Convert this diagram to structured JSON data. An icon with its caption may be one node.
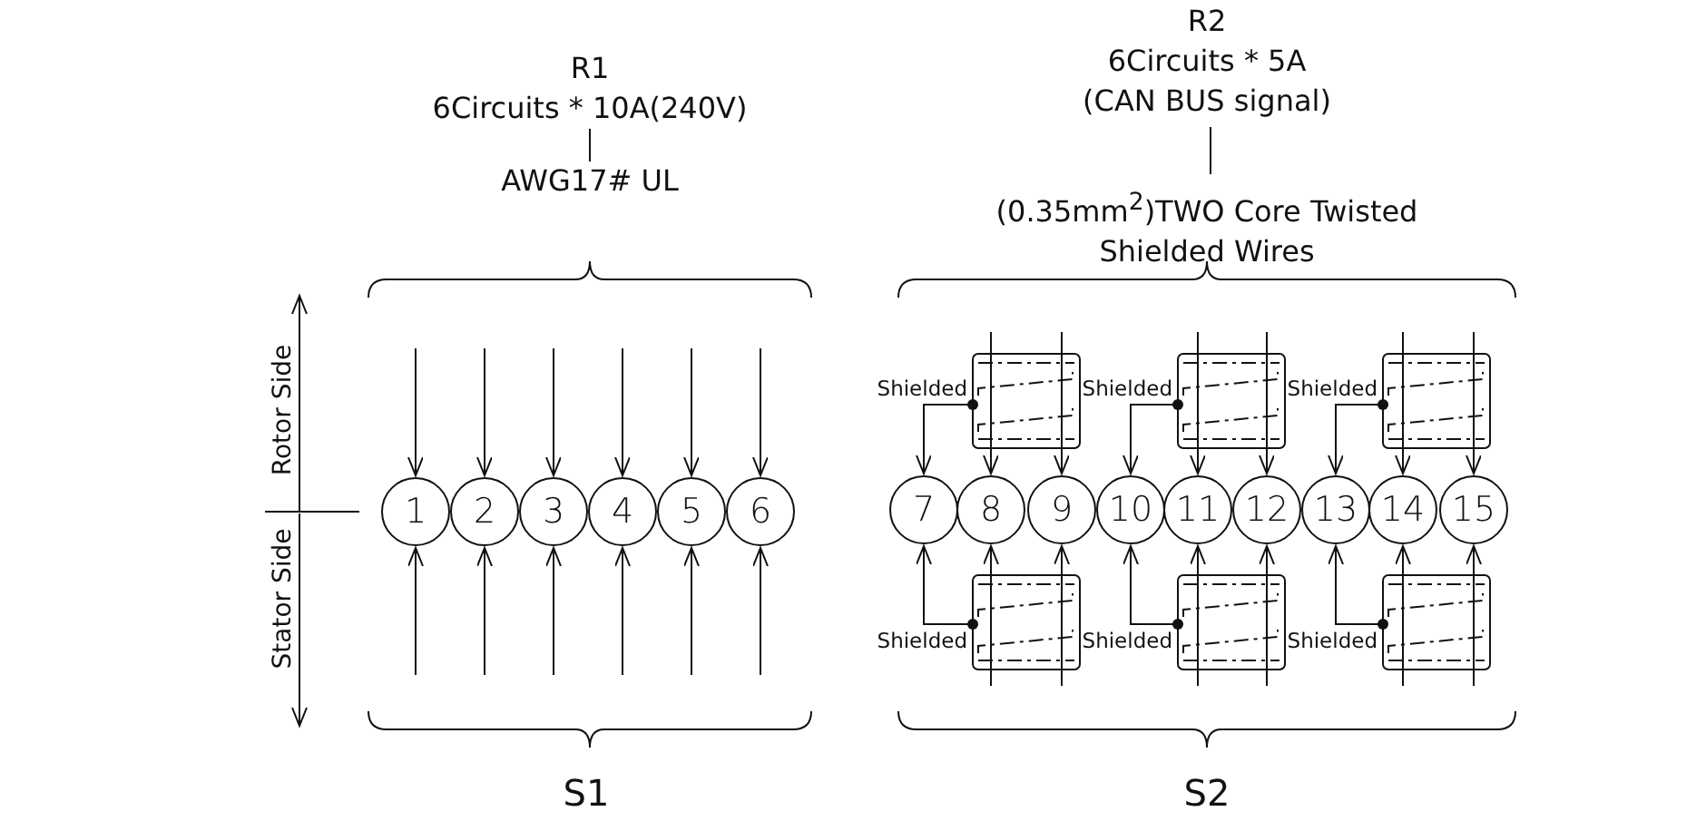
{
  "diagram": {
    "nodes": [
      {
        "text": [
          "1"
        ]
      },
      {
        "text": [
          "2"
        ]
      },
      {
        "text": [
          "3"
        ]
      },
      {
        "text": [
          "4"
        ]
      },
      {
        "text": [
          "5"
        ]
      },
      {
        "text": [
          "6"
        ]
      },
      {
        "text": [
          "7"
        ]
      },
      {
        "text": [
          "8"
        ]
      },
      {
        "text": [
          "9"
        ]
      },
      {
        "text": [
          "10"
        ]
      },
      {
        "text": [
          "11"
        ]
      },
      {
        "text": [
          "12"
        ]
      },
      {
        "text": [
          "13"
        ]
      },
      {
        "text": [
          "14"
        ]
      },
      {
        "text": [
          "15"
        ]
      },
      {
        "text": [
          "Shielded"
        ]
      },
      {
        "text": [
          "Shielded"
        ]
      },
      {
        "text": [
          "Shielded"
        ]
      },
      {
        "text": [
          "Shielded"
        ]
      },
      {
        "text": [
          "Shielded"
        ]
      },
      {
        "text": [
          "Shielded"
        ]
      }
    ],
    "edges": [
      {
        "from": null,
        "to": 0,
        "arrow": "to"
      },
      {
        "from": null,
        "to": 0,
        "arrow": "to"
      },
      {
        "from": null,
        "to": 1,
        "arrow": "to"
      },
      {
        "from": null,
        "to": 1,
        "arrow": "to"
      },
      {
        "from": null,
        "to": 2,
        "arrow": "to"
      },
      {
        "from": null,
        "to": 2,
        "arrow": "to"
      },
      {
        "from": null,
        "to": 3,
        "arrow": "to"
      },
      {
        "from": null,
        "to": 3,
        "arrow": "to"
      },
      {
        "from": null,
        "to": 4,
        "arrow": "to"
      },
      {
        "from": null,
        "to": 4,
        "arrow": "to"
      },
      {
        "from": null,
        "to": 5,
        "arrow": "to"
      },
      {
        "from": null,
        "to": 5,
        "arrow": "to"
      },
      {
        "from": 15,
        "to": 6,
        "arrow": "to"
      },
      {
        "from": 18,
        "to": 6,
        "arrow": "to"
      },
      {
        "from": null,
        "to": 7,
        "arrow": "to"
      },
      {
        "from": null,
        "to": 7,
        "arrow": "to"
      },
      {
        "from": null,
        "to": 8,
        "arrow": "to"
      },
      {
        "from": null,
        "to": 8,
        "arrow": "to"
      },
      {
        "from": 16,
        "to": 9,
        "arrow": "to"
      },
      {
        "from": 19,
        "to": 9,
        "arrow": "to"
      },
      {
        "from": null,
        "to": 10,
        "arrow": "to"
      },
      {
        "from": null,
        "to": 10,
        "arrow": "to"
      },
      {
        "from": null,
        "to": 11,
        "arrow": "to"
      },
      {
        "from": null,
        "to": 11,
        "arrow": "to"
      },
      {
        "from": 17,
        "to": 12,
        "arrow": "to"
      },
      {
        "from": 20,
        "to": 12,
        "arrow": "to"
      },
      {
        "from": null,
        "to": 13,
        "arrow": "to"
      },
      {
        "from": null,
        "to": 13,
        "arrow": "to"
      },
      {
        "from": null,
        "to": 14,
        "arrow": "to"
      },
      {
        "from": null,
        "to": 14,
        "arrow": "to"
      }
    ],
    "labels": [
      "R1",
      "6Circuits * 10A(240V)",
      "AWG17# UL",
      "R2",
      "6Circuits * 5A",
      "(CAN BUS signal)",
      "(0.35mm$^{2}$)TWO Core Twisted Shielded Wires",
      "Rotor Side",
      "Stator Side",
      "S1",
      "S2"
    ]
  }
}
